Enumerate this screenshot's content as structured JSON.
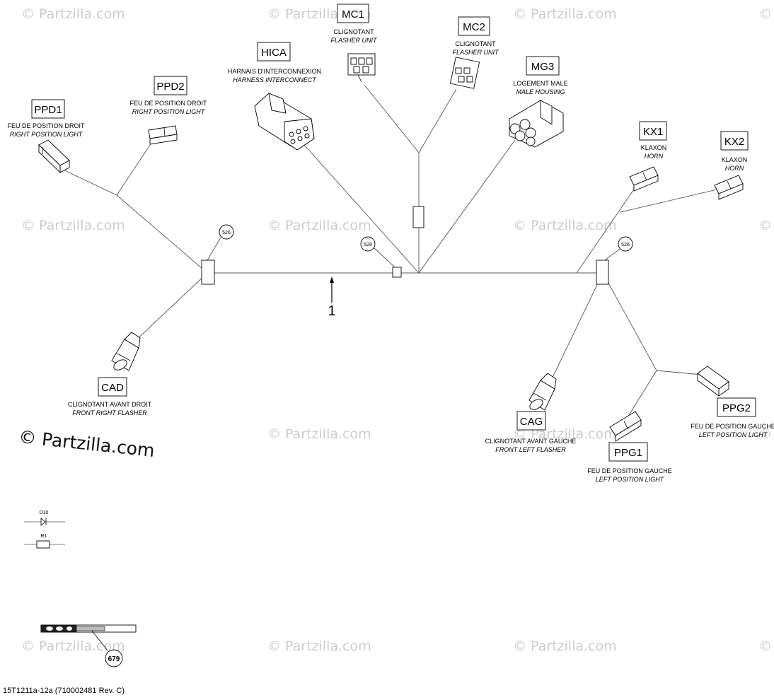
{
  "watermark": {
    "text": "© Partzilla.com",
    "large_text": "© Partzilla.com"
  },
  "part_number": "1",
  "footer": "15T1211a-12a (710002481 Rev. C)",
  "refs": {
    "r526": "526",
    "r528": "528",
    "r679": "679"
  },
  "symbols": {
    "diode": "D10",
    "resistor": "R1"
  },
  "connectors": {
    "ppd1": {
      "code": "PPD1",
      "fr": "FEU DE POSITION DROIT",
      "en": "RIGHT POSITION LIGHT"
    },
    "ppd2": {
      "code": "PPD2",
      "fr": "FEU DE POSITION DROIT",
      "en": "RIGHT POSITION LIGHT"
    },
    "hica": {
      "code": "HICA",
      "fr": "HARNAIS D'INTERCONNEXION",
      "en": "HARNESS INTERCONNECT"
    },
    "mc1": {
      "code": "MC1",
      "fr": "CLIGNOTANT",
      "en": "FLASHER UNIT"
    },
    "mc2": {
      "code": "MC2",
      "fr": "CLIGNOTANT",
      "en": "FLASHER UNIT"
    },
    "mg3": {
      "code": "MG3",
      "fr": "LOGEMENT MALE",
      "en": "MALE HOUSING"
    },
    "kx1": {
      "code": "KX1",
      "fr": "KLAXON",
      "en": "HORN"
    },
    "kx2": {
      "code": "KX2",
      "fr": "KLAXON",
      "en": "HORN"
    },
    "cad": {
      "code": "CAD",
      "fr": "CLIGNOTANT AVANT DROIT",
      "en": "FRONT RIGHT FLASHER"
    },
    "cag": {
      "code": "CAG",
      "fr": "CLIGNOTANT AVANT GAUCHE",
      "en": "FRONT LEFT FLASHER"
    },
    "ppg1": {
      "code": "PPG1",
      "fr": "FEU DE POSITION GAUCHE",
      "en": "LEFT POSITION LIGHT"
    },
    "ppg2": {
      "code": "PPG2",
      "fr": "FEU DE POSITION GAUCHE",
      "en": "LEFT POSITION LIGHT"
    }
  }
}
